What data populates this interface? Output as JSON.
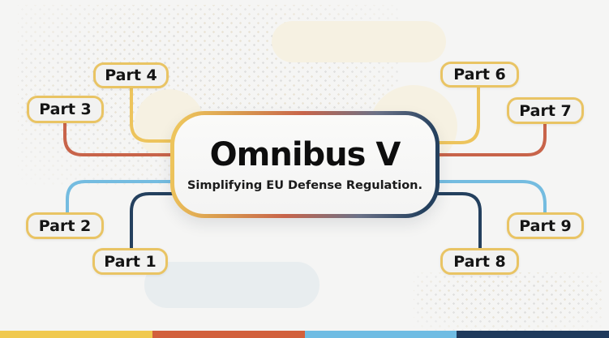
{
  "palette": {
    "yellow": "#EDC45C",
    "orange": "#C8644A",
    "blue": "#74BCE0",
    "navy": "#24405E",
    "gold_border": "#E9C464",
    "node_fill": "#F2F2F1",
    "background": "#F5F5F4",
    "cream": "#F6F1E2",
    "gray_shape": "#E8EDEF",
    "text": "#141414"
  },
  "center_card": {
    "title": "Omnibus V",
    "subtitle": "Simplifying EU Defense Regulation."
  },
  "parts": {
    "p1": {
      "label": "Part 1",
      "connector_color": "#24405E"
    },
    "p2": {
      "label": "Part 2",
      "connector_color": "#74BCE0"
    },
    "p3": {
      "label": "Part 3",
      "connector_color": "#C8644A"
    },
    "p4": {
      "label": "Part 4",
      "connector_color": "#EDC45C"
    },
    "p6": {
      "label": "Part 6",
      "connector_color": "#EDC45C"
    },
    "p7": {
      "label": "Part 7",
      "connector_color": "#C8644A"
    },
    "p8": {
      "label": "Part 8",
      "connector_color": "#24405E"
    },
    "p9": {
      "label": "Part 9",
      "connector_color": "#74BCE0"
    }
  },
  "footer_bar": {
    "segments": [
      "#F0C94F",
      "#D2603C",
      "#6FBCE3",
      "#1F3A5C"
    ]
  }
}
